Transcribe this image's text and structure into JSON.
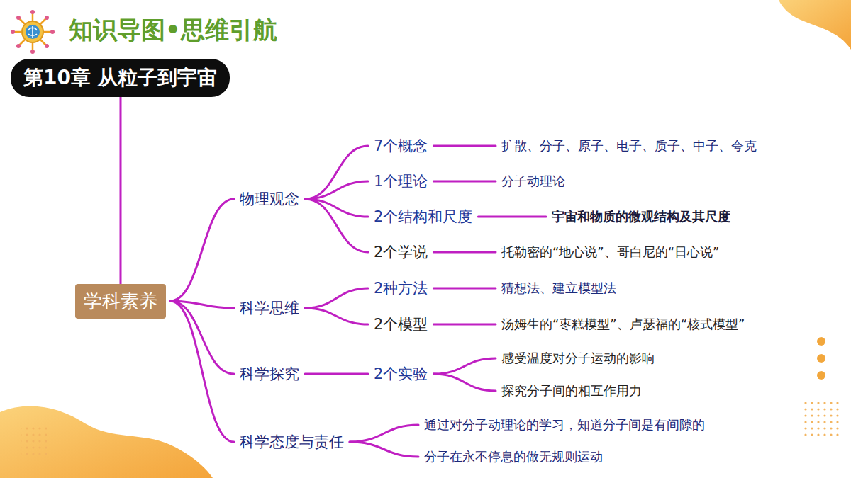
{
  "diagram": {
    "title": "知识导图•思维引航",
    "nodes": [
      {
        "text": [
          "第10章 从粒子到宇宙"
        ]
      },
      {
        "text": [
          "学科素养"
        ]
      },
      {
        "text": [
          "物理观念"
        ]
      },
      {
        "text": [
          "7个概念"
        ]
      },
      {
        "text": [
          "扩散、分子、原子、电子、质子、中子、夸克"
        ]
      },
      {
        "text": [
          "1个理论"
        ]
      },
      {
        "text": [
          "分子动理论"
        ]
      },
      {
        "text": [
          "2个结构和尺度"
        ]
      },
      {
        "text": [
          "宇宙和物质的微观结构及其尺度"
        ]
      },
      {
        "text": [
          "2个学说"
        ]
      },
      {
        "text": [
          "托勒密的“地心说”、哥白尼的“日心说”"
        ]
      },
      {
        "text": [
          "科学思维"
        ]
      },
      {
        "text": [
          "2种方法"
        ]
      },
      {
        "text": [
          "猜想法、建立模型法"
        ]
      },
      {
        "text": [
          "2个模型"
        ]
      },
      {
        "text": [
          "汤姆生的“枣糕模型”、卢瑟福的“核式模型”"
        ]
      },
      {
        "text": [
          "科学探究"
        ]
      },
      {
        "text": [
          "2个实验"
        ]
      },
      {
        "text": [
          "感受温度对分子运动的影响"
        ]
      },
      {
        "text": [
          "探究分子间的相互作用力"
        ]
      },
      {
        "text": [
          "科学态度与责任"
        ]
      },
      {
        "text": [
          "通过对分子动理论的学习，知道分子间是有间隙的"
        ]
      },
      {
        "text": [
          "分子在永不停息的做无规则运动"
        ]
      }
    ],
    "edges": [
      {
        "from": 0,
        "to": 1,
        "arrow": "none"
      },
      {
        "from": 1,
        "to": 2,
        "arrow": "none"
      },
      {
        "from": 1,
        "to": 11,
        "arrow": "none"
      },
      {
        "from": 1,
        "to": 16,
        "arrow": "none"
      },
      {
        "from": 1,
        "to": 20,
        "arrow": "none"
      },
      {
        "from": 2,
        "to": 3,
        "arrow": "none"
      },
      {
        "from": 2,
        "to": 5,
        "arrow": "none"
      },
      {
        "from": 2,
        "to": 7,
        "arrow": "none"
      },
      {
        "from": 2,
        "to": 9,
        "arrow": "none"
      },
      {
        "from": 3,
        "to": 4,
        "arrow": "none"
      },
      {
        "from": 5,
        "to": 6,
        "arrow": "none"
      },
      {
        "from": 7,
        "to": 8,
        "arrow": "none"
      },
      {
        "from": 9,
        "to": 10,
        "arrow": "none"
      },
      {
        "from": 11,
        "to": 12,
        "arrow": "none"
      },
      {
        "from": 11,
        "to": 14,
        "arrow": "none"
      },
      {
        "from": 12,
        "to": 13,
        "arrow": "none"
      },
      {
        "from": 14,
        "to": 15,
        "arrow": "none"
      },
      {
        "from": 16,
        "to": 17,
        "arrow": "none"
      },
      {
        "from": 17,
        "to": 18,
        "arrow": "none"
      },
      {
        "from": 17,
        "to": 19,
        "arrow": "none"
      },
      {
        "from": 20,
        "to": 21,
        "arrow": "none"
      },
      {
        "from": 20,
        "to": 22,
        "arrow": "none"
      }
    ]
  }
}
